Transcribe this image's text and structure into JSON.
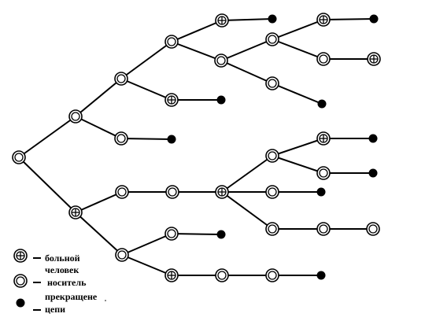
{
  "diagram": {
    "type": "chain-of-transmission-tree",
    "node_types": {
      "sick": "cross-circle",
      "carrier": "double-circle",
      "end": "filled-dot"
    },
    "nodes": [
      {
        "id": "n0",
        "kind": "carrier"
      },
      {
        "id": "n1",
        "kind": "carrier"
      },
      {
        "id": "n2",
        "kind": "carrier"
      },
      {
        "id": "n3",
        "kind": "carrier"
      },
      {
        "id": "n4",
        "kind": "sick"
      },
      {
        "id": "n5",
        "kind": "end"
      },
      {
        "id": "n6",
        "kind": "carrier"
      },
      {
        "id": "n7",
        "kind": "carrier"
      },
      {
        "id": "n8",
        "kind": "sick"
      },
      {
        "id": "n9",
        "kind": "end"
      },
      {
        "id": "n10",
        "kind": "carrier"
      },
      {
        "id": "n11",
        "kind": "sick"
      },
      {
        "id": "n12",
        "kind": "end"
      },
      {
        "id": "n13",
        "kind": "carrier"
      },
      {
        "id": "n14",
        "kind": "sick"
      },
      {
        "id": "n15",
        "kind": "carrier"
      },
      {
        "id": "n16",
        "kind": "end"
      },
      {
        "id": "n17",
        "kind": "sick"
      },
      {
        "id": "n18",
        "kind": "end"
      },
      {
        "id": "n19",
        "kind": "carrier"
      },
      {
        "id": "n20",
        "kind": "sick"
      },
      {
        "id": "n21",
        "kind": "end"
      },
      {
        "id": "n22",
        "kind": "sick"
      },
      {
        "id": "n23",
        "kind": "end"
      },
      {
        "id": "n24",
        "kind": "carrier"
      },
      {
        "id": "n25",
        "kind": "carrier"
      },
      {
        "id": "n26",
        "kind": "end"
      },
      {
        "id": "n27",
        "kind": "carrier"
      },
      {
        "id": "n28",
        "kind": "sick"
      },
      {
        "id": "n29",
        "kind": "end"
      },
      {
        "id": "n30",
        "kind": "carrier"
      },
      {
        "id": "n31",
        "kind": "end"
      },
      {
        "id": "n32",
        "kind": "carrier"
      },
      {
        "id": "n33",
        "kind": "end"
      },
      {
        "id": "n34",
        "kind": "carrier"
      },
      {
        "id": "n35",
        "kind": "carrier"
      },
      {
        "id": "n36",
        "kind": "carrier"
      },
      {
        "id": "n37",
        "kind": "carrier"
      },
      {
        "id": "n38",
        "kind": "end"
      },
      {
        "id": "n39",
        "kind": "sick"
      },
      {
        "id": "n40",
        "kind": "carrier"
      },
      {
        "id": "n41",
        "kind": "carrier"
      },
      {
        "id": "n42",
        "kind": "end"
      }
    ],
    "edges": [
      [
        "n0",
        "n1"
      ],
      [
        "n0",
        "n4"
      ],
      [
        "n1",
        "n2"
      ],
      [
        "n1",
        "n3"
      ],
      [
        "n2",
        "n6"
      ],
      [
        "n2",
        "n7"
      ],
      [
        "n3",
        "n5"
      ],
      [
        "n6",
        "n8"
      ],
      [
        "n6",
        "n10"
      ],
      [
        "n8",
        "n9"
      ],
      [
        "n10",
        "n13"
      ],
      [
        "n13",
        "n14"
      ],
      [
        "n13",
        "n15"
      ],
      [
        "n14",
        "n16"
      ],
      [
        "n15",
        "n17"
      ],
      [
        "n7",
        "n11"
      ],
      [
        "n7",
        "n12"
      ],
      [
        "n11",
        "n18"
      ],
      [
        "n4",
        "n19"
      ],
      [
        "n4",
        "n34"
      ],
      [
        "n19",
        "n20"
      ],
      [
        "n20",
        "n21"
      ],
      [
        "n20",
        "n24"
      ],
      [
        "n20",
        "n25"
      ],
      [
        "n20",
        "n27"
      ],
      [
        "n24",
        "n22"
      ],
      [
        "n24",
        "n28"
      ],
      [
        "n22",
        "n23"
      ],
      [
        "n28",
        "n29"
      ],
      [
        "n25",
        "n26"
      ],
      [
        "n27",
        "n30"
      ],
      [
        "n30",
        "n32"
      ],
      [
        "n34",
        "n35"
      ],
      [
        "n34",
        "n39"
      ],
      [
        "n35",
        "n38"
      ],
      [
        "n39",
        "n40"
      ],
      [
        "n40",
        "n41"
      ],
      [
        "n41",
        "n42"
      ],
      [
        "n7",
        "n31"
      ]
    ]
  },
  "legend": {
    "items": [
      {
        "kind": "sick",
        "label_lines": [
          "больной",
          "человек"
        ]
      },
      {
        "kind": "carrier",
        "label_lines": [
          " носитель"
        ]
      },
      {
        "kind": "end",
        "label_lines": [
          "прекращене",
          "цепи"
        ]
      }
    ]
  }
}
